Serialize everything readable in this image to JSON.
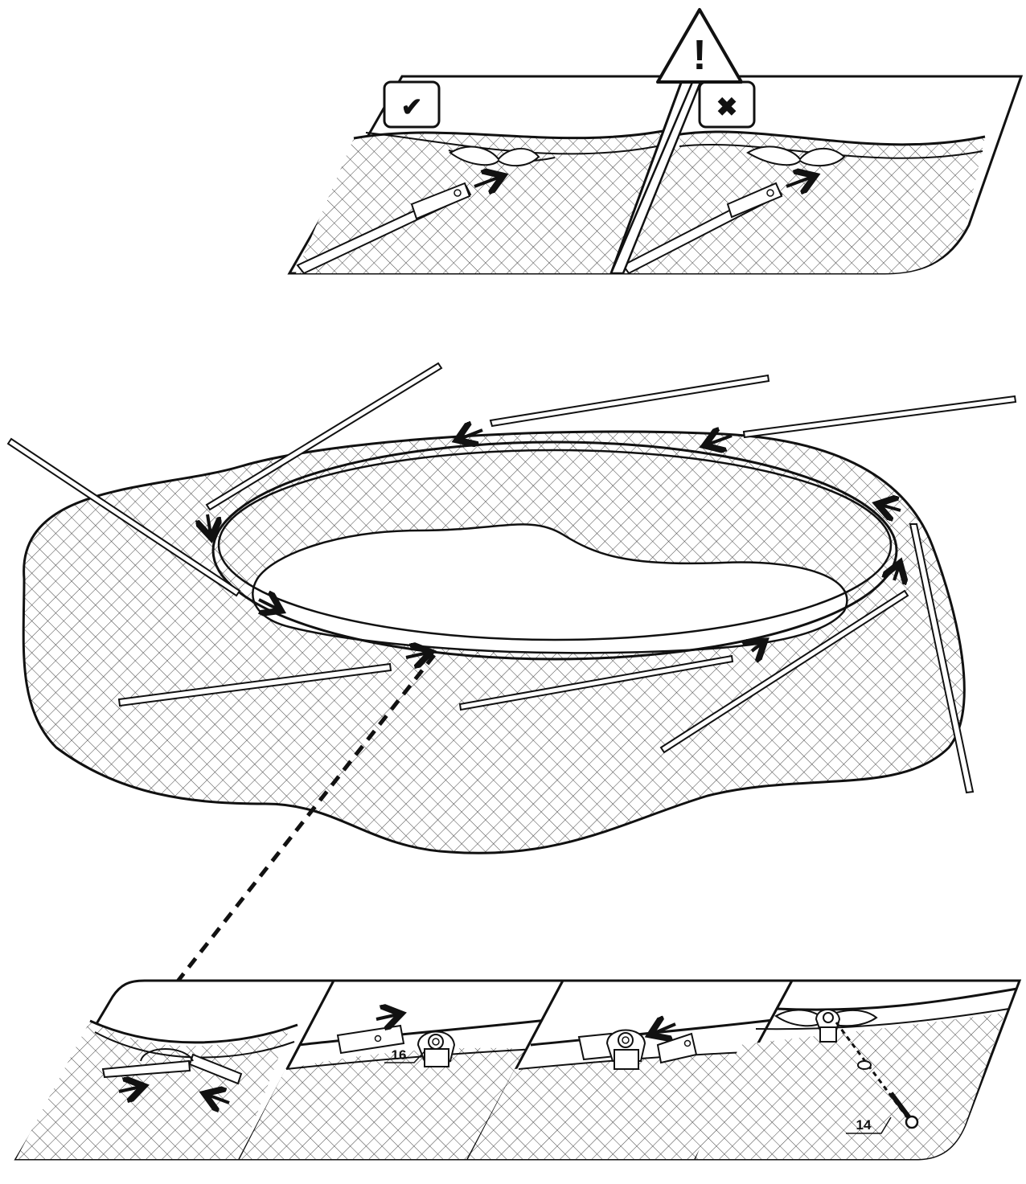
{
  "figure": {
    "warning": {
      "glyph": "!",
      "icon": "warning-triangle-icon"
    },
    "top_panels": [
      {
        "id": "correct",
        "mark": "✔",
        "icon": "check-icon"
      },
      {
        "id": "incorrect",
        "mark": "✖",
        "icon": "cross-icon"
      }
    ],
    "parts": [
      {
        "panel": 2,
        "number": "16"
      },
      {
        "panel": 4,
        "number": "14"
      }
    ],
    "colors": {
      "ink": "#111111",
      "paper": "#ffffff"
    }
  }
}
